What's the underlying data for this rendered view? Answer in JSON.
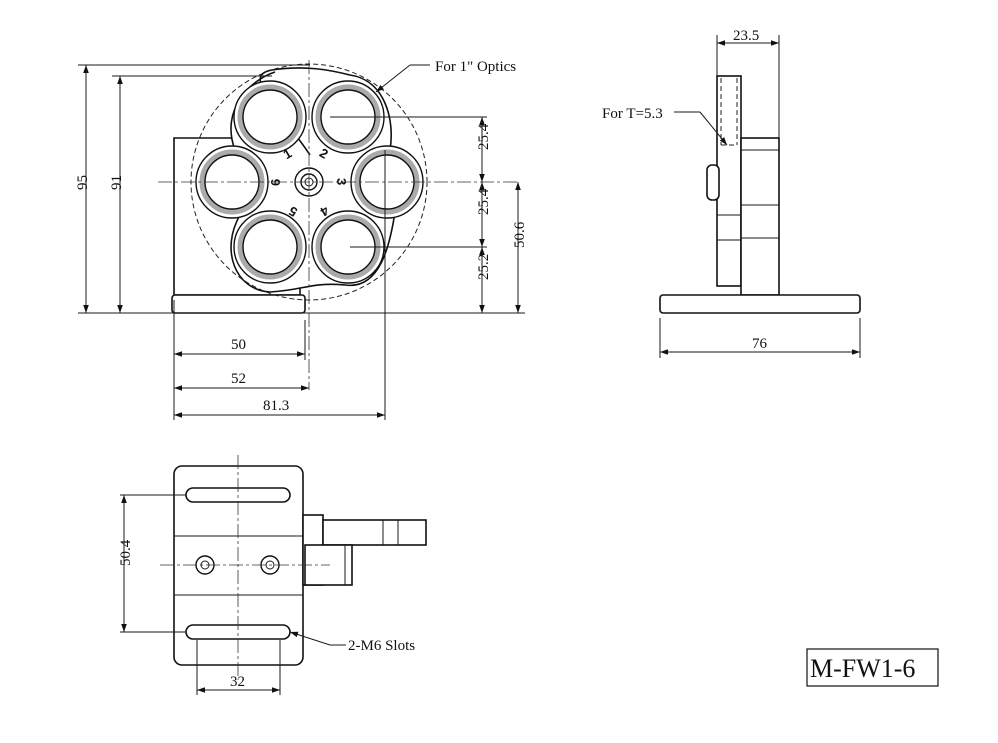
{
  "front_view": {
    "callout_optics": "For 1\" Optics",
    "lens_numbers": [
      "1",
      "2",
      "3",
      "4",
      "5",
      "6"
    ],
    "dims": {
      "height_95": "95",
      "height_91": "91",
      "pitch_upper": "25.4",
      "pitch_lower": "25.4",
      "base_to_lens": "25.2",
      "center_height": "50.6",
      "width_50": "50",
      "width_52": "52",
      "width_81_3": "81.3"
    }
  },
  "side_view": {
    "callout_thickness": "For T=5.3",
    "dims": {
      "depth": "23.5",
      "base_length": "76"
    }
  },
  "top_view": {
    "callout_slots": "2-M6 Slots",
    "dims": {
      "slot_spacing": "50.4",
      "slot_length": "32"
    }
  },
  "model_label": "M-FW1-6"
}
